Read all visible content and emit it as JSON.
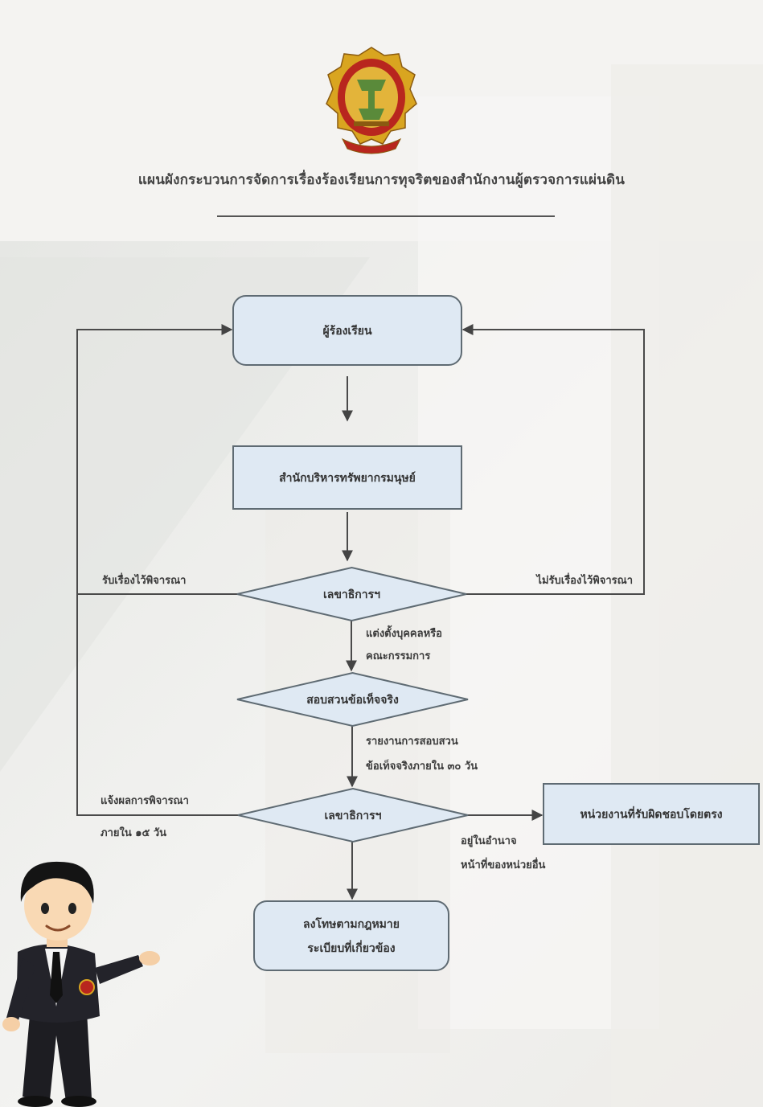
{
  "title": "แผนผังกระบวนการจัดการเรื่องร้องเรียนการทุจริตของสำนักงานผู้ตรวจการแผ่นดิน",
  "colors": {
    "box_fill": "#dfe9f3",
    "box_stroke": "#5f6b73",
    "line": "#4a4a4a",
    "emblem_red": "#b8261e",
    "emblem_gold": "#d9a520",
    "emblem_green": "#5a8a3a"
  },
  "icons": {
    "emblem": "office-emblem",
    "mascot": "officer-pointing-illustration"
  },
  "nodes": [
    {
      "id": "complainant",
      "shape": "rounded",
      "text": [
        "ผู้ร้องเรียน"
      ]
    },
    {
      "id": "hr_office",
      "shape": "rect",
      "text": [
        "สำนักบริหารทรัพยากรมนุษย์"
      ]
    },
    {
      "id": "secretary_general_1",
      "shape": "diamond",
      "text": [
        "เลขาธิการฯ"
      ]
    },
    {
      "id": "fact_finding",
      "shape": "diamond",
      "text": [
        "สอบสวนข้อเท็จจริง"
      ]
    },
    {
      "id": "secretary_general_2",
      "shape": "diamond",
      "text": [
        "เลขาธิการฯ"
      ]
    },
    {
      "id": "responsible_agency",
      "shape": "rect",
      "text": [
        "หน่วยงานที่รับผิดชอบโดยตรง"
      ]
    },
    {
      "id": "legal_action",
      "shape": "rounded",
      "text": [
        "ลงโทษตามกฎหมาย",
        "ระเบียบที่เกี่ยวข้อง"
      ]
    }
  ],
  "edges": [
    {
      "from": "complainant",
      "to": "hr_office",
      "label": []
    },
    {
      "from": "hr_office",
      "to": "secretary_general_1",
      "label": []
    },
    {
      "from": "secretary_general_1",
      "to": "complainant",
      "label": [
        "รับเรื่องไว้พิจารณา"
      ],
      "side": "left"
    },
    {
      "from": "secretary_general_1",
      "to": "complainant",
      "label": [
        "ไม่รับเรื่องไว้พิจารณา"
      ],
      "side": "right"
    },
    {
      "from": "secretary_general_1",
      "to": "fact_finding",
      "label": [
        "แต่งตั้งบุคคลหรือ",
        "คณะกรรมการ"
      ]
    },
    {
      "from": "fact_finding",
      "to": "secretary_general_2",
      "label": [
        "รายงานการสอบสวน",
        "ข้อเท็จจริงภายใน ๓๐ วัน"
      ]
    },
    {
      "from": "secretary_general_2",
      "to": "complainant",
      "label": [
        "แจ้งผลการพิจารณา",
        "ภายใน ๑๕ วัน"
      ],
      "side": "left"
    },
    {
      "from": "secretary_general_2",
      "to": "responsible_agency",
      "label": [
        "อยู่ในอำนาจ",
        "หน้าที่ของหน่วยอื่น"
      ]
    },
    {
      "from": "secretary_general_2",
      "to": "legal_action",
      "label": []
    }
  ]
}
